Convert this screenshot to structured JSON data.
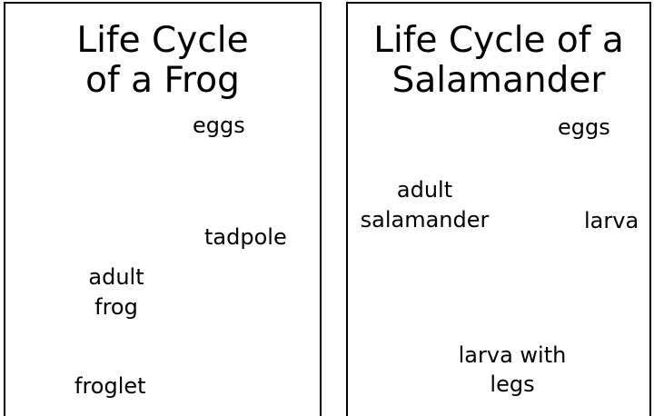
{
  "frog": {
    "title_line1": "Life Cycle",
    "title_line2": "of a Frog",
    "stages": {
      "eggs": "eggs",
      "tadpole": "tadpole",
      "froglet": "froglet",
      "adult_line1": "adult",
      "adult_line2": "frog"
    }
  },
  "salamander": {
    "title_line1": "Life Cycle of a",
    "title_line2": "Salamander",
    "stages": {
      "eggs": "eggs",
      "larva": "larva",
      "larva_legs_line1": "larva with",
      "larva_legs_line2": "legs",
      "adult_line1": "adult",
      "adult_line2": "salamander"
    }
  },
  "colors": {
    "outline": "#000000",
    "animal_gray": "#8a8a8a",
    "egg_gray": "#7d7d7d"
  }
}
